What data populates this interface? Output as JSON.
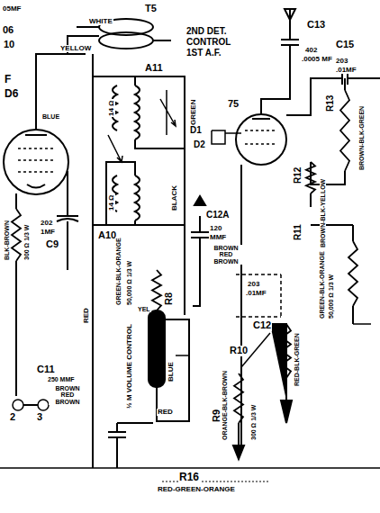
{
  "diagram": {
    "labels": [
      "05MF",
      "WHITE",
      "T5",
      "YELLOW",
      "06",
      "10",
      "F",
      "D6",
      "BLUE",
      "A11",
      "14 Ω",
      "14 Ω",
      "GREEN",
      "2ND DET.",
      "CONTROL",
      "1ST A.F.",
      "75",
      "D1",
      "D2",
      "C13",
      "402",
      ".0005 MF",
      "C15",
      "203",
      ".01MF",
      "R12",
      "BROWN-BLK-YELLOW",
      "R13",
      "BROWN-BLK-GREEN",
      "R11",
      "GREEN-BLK-ORANGE",
      "50,000 Ω 1/3 W",
      "202",
      "1MF",
      "C9",
      "BLK-BROWN",
      "300 Ω 1/3 W",
      "BLACK",
      "A10",
      "RED",
      "C12A",
      "120",
      "MMF",
      "BROWN RED BROWN",
      "R8",
      "GREEN-BLK-ORANGE",
      "50,000 Ω 1/3 W",
      "YEL",
      "½ M VOLUME CONTROL",
      "BLUE",
      "RED",
      "203",
      ".01MF",
      "C12",
      "R10",
      "RED-BLK-GREEN",
      "R9",
      "ORANGE-BLK-BROWN",
      "300 Ω 1/3 W",
      "C11",
      "250 MMF",
      "BROWN RED BROWN",
      "2",
      "3",
      "R16",
      "RED-GREEN-ORANGE"
    ]
  }
}
